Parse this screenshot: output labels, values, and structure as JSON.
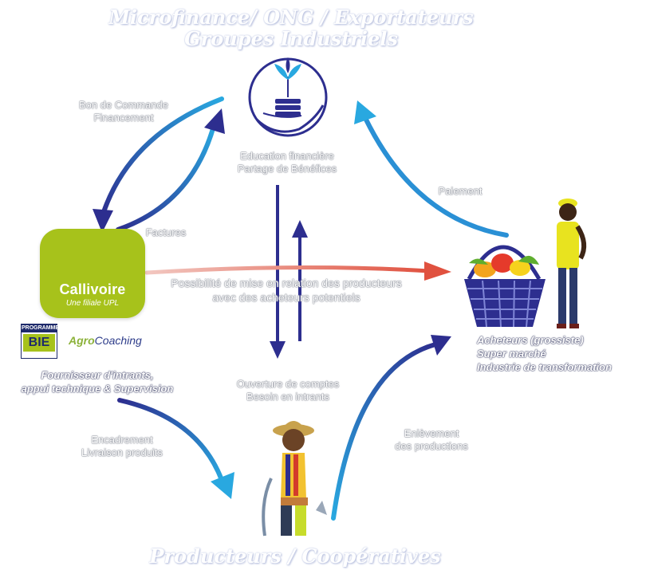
{
  "top_node": {
    "title_line1": "Microfinance/ ONG / Exportateurs",
    "title_line2": "Groupes Industriels",
    "icon": "hand-with-coins-and-plant-icon",
    "caption_line1": "Education financière",
    "caption_line2": "Partage de Bénéfices"
  },
  "left_node": {
    "logo_name": "Callivoire",
    "logo_tagline": "Une filiale UPL",
    "logo_icon": "elephant-icon",
    "badge_top": "PROGRAMME APPLIQUE",
    "badge_main": "BIE",
    "agro_green": "Agro",
    "agro_blue": "Coaching",
    "caption_line1": "Fournisseur d'intrants,",
    "caption_line2": "appui technique & Supervision"
  },
  "right_node": {
    "icon": "vegetable-basket-icon",
    "person_icon": "merchant-person-icon",
    "caption_line1": "Acheteurs (grossiste)",
    "caption_line2": "Super marché",
    "caption_line3": "Industrie de transformation"
  },
  "bottom_node": {
    "icon": "farmer-person-icon",
    "title": "Producteurs / Coopératives"
  },
  "edge_labels": {
    "top_left_line1": "Bon de Commande",
    "top_left_line2": "Financement",
    "factures": "Factures",
    "paiement": "Paiement",
    "center_line1": "Possibilité de mise en relation des producteurs",
    "center_line2": "avec des acheteurs potentiels",
    "center_bottom_line1": "Ouverture de comptes",
    "center_bottom_line2": "Besoin en intrants",
    "bottom_left_line1": "Encadrement",
    "bottom_left_line2": "Livraison produits",
    "bottom_right_line1": "Enlèvement",
    "bottom_right_line2": "des productions"
  },
  "colors": {
    "dark_blue": "#2d2e8f",
    "light_blue": "#29a8e0",
    "red_arrow": "#e0513f",
    "callivoire_green": "#a7c21b"
  }
}
